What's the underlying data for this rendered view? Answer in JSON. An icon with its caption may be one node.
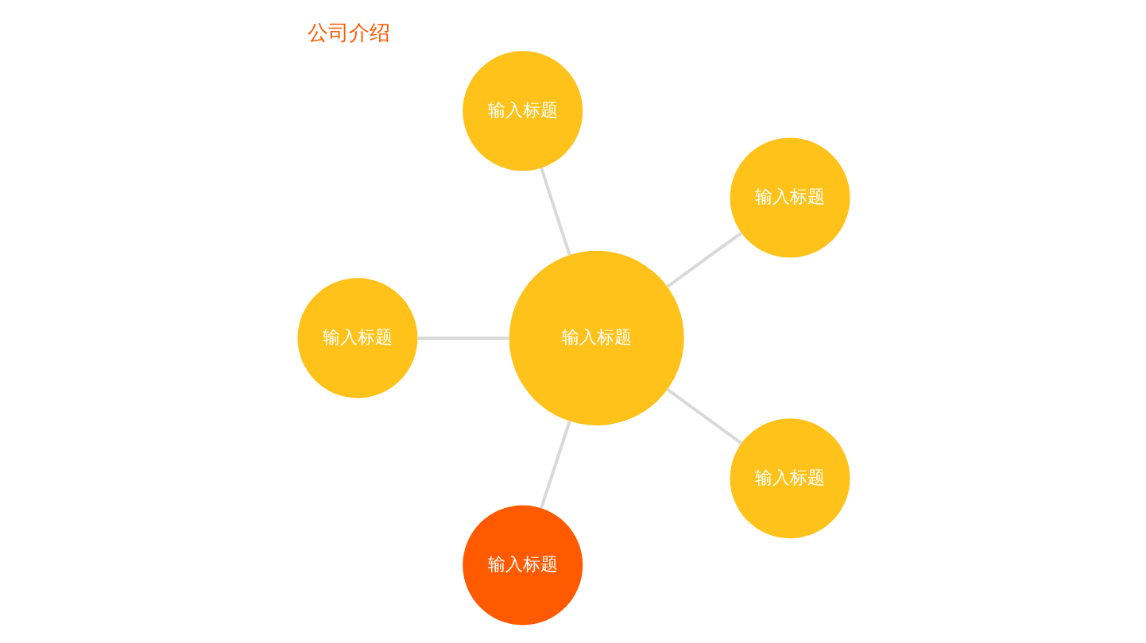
{
  "diagram": {
    "title": "公司介绍",
    "nodes": [
      {
        "text": [
          "输入标题"
        ]
      },
      {
        "text": [
          "输入标题"
        ]
      },
      {
        "text": [
          "输入标题"
        ]
      },
      {
        "text": [
          "输入标题"
        ]
      },
      {
        "text": [
          "输入标题"
        ]
      },
      {
        "text": [
          "输入标题"
        ]
      }
    ],
    "edges": [
      {
        "from": 0,
        "to": 1,
        "arrow": "none"
      },
      {
        "from": 0,
        "to": 2,
        "arrow": "none"
      },
      {
        "from": 0,
        "to": 3,
        "arrow": "none"
      },
      {
        "from": 0,
        "to": 4,
        "arrow": "none"
      },
      {
        "from": 0,
        "to": 5,
        "arrow": "none"
      }
    ]
  }
}
